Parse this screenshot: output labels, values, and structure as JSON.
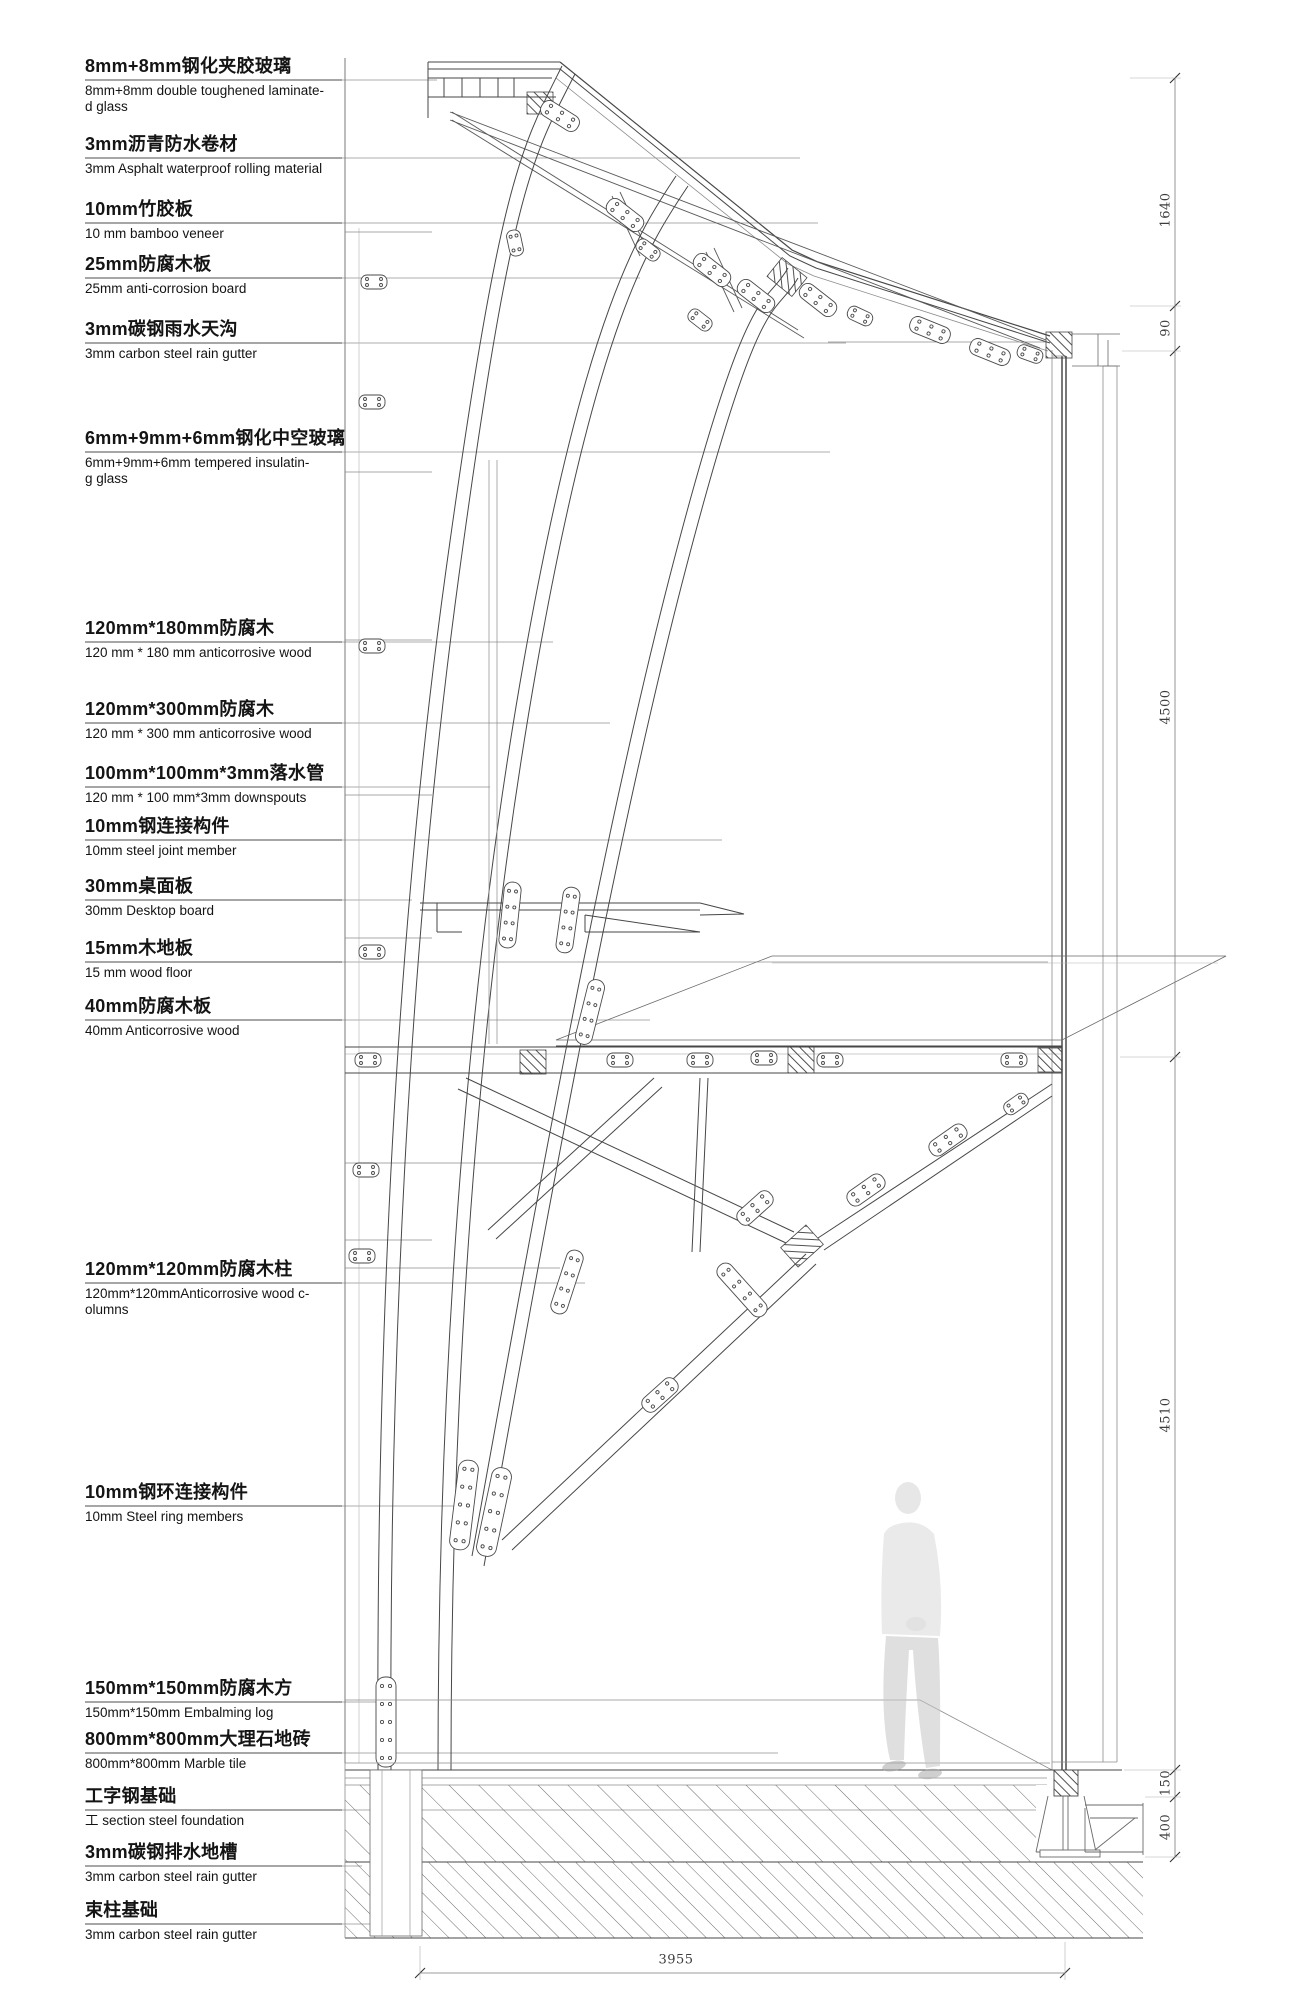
{
  "drawing": {
    "type": "architectural wall/roof section detail",
    "colors": {
      "line": "#474747",
      "thin_line": "#8c8c8c",
      "leader": "#909090",
      "figure": "#cfcfcf",
      "background": "#ffffff"
    }
  },
  "annotations": [
    {
      "cn": "8mm+8mm钢化夹胶玻璃",
      "en": "8mm+8mm double toughened laminate-\nd glass"
    },
    {
      "cn": "3mm沥青防水卷材",
      "en": "3mm Asphalt waterproof rolling material"
    },
    {
      "cn": "10mm竹胶板",
      "en": "10 mm bamboo veneer"
    },
    {
      "cn": "25mm防腐木板",
      "en": "25mm anti-corrosion board"
    },
    {
      "cn": "3mm碳钢雨水天沟",
      "en": "3mm carbon steel rain gutter"
    },
    {
      "cn": "6mm+9mm+6mm钢化中空玻璃",
      "en": "6mm+9mm+6mm tempered insulatin-\ng glass"
    },
    {
      "cn": "120mm*180mm防腐木",
      "en": "120 mm * 180 mm anticorrosive wood"
    },
    {
      "cn": "120mm*300mm防腐木",
      "en": "120 mm * 300 mm anticorrosive wood"
    },
    {
      "cn": "100mm*100mm*3mm落水管",
      "en": "120 mm * 100 mm*3mm downspouts"
    },
    {
      "cn": "10mm钢连接构件",
      "en": "10mm steel joint member"
    },
    {
      "cn": "30mm桌面板",
      "en": "30mm Desktop board"
    },
    {
      "cn": "15mm木地板",
      "en": "15 mm wood floor"
    },
    {
      "cn": "40mm防腐木板",
      "en": "40mm Anticorrosive wood"
    },
    {
      "cn": "120mm*120mm防腐木柱",
      "en": "120mm*120mmAnticorrosive wood c-\nolumns"
    },
    {
      "cn": "10mm钢环连接构件",
      "en": "10mm Steel ring members"
    },
    {
      "cn": "150mm*150mm防腐木方",
      "en": "150mm*150mm Embalming log"
    },
    {
      "cn": "800mm*800mm大理石地砖",
      "en": "800mm*800mm Marble tile"
    },
    {
      "cn": "工字钢基础",
      "en": "工 section steel foundation"
    },
    {
      "cn": "3mm碳钢排水地槽",
      "en": "3mm carbon steel rain gutter"
    },
    {
      "cn": "束柱基础",
      "en": "3mm carbon steel rain gutter"
    }
  ],
  "dimensions": {
    "right": [
      "1640",
      "90",
      "4500",
      "4510",
      "150",
      "400"
    ],
    "bottom": [
      "3955"
    ]
  },
  "figures": {
    "person": "person-silhouette"
  }
}
